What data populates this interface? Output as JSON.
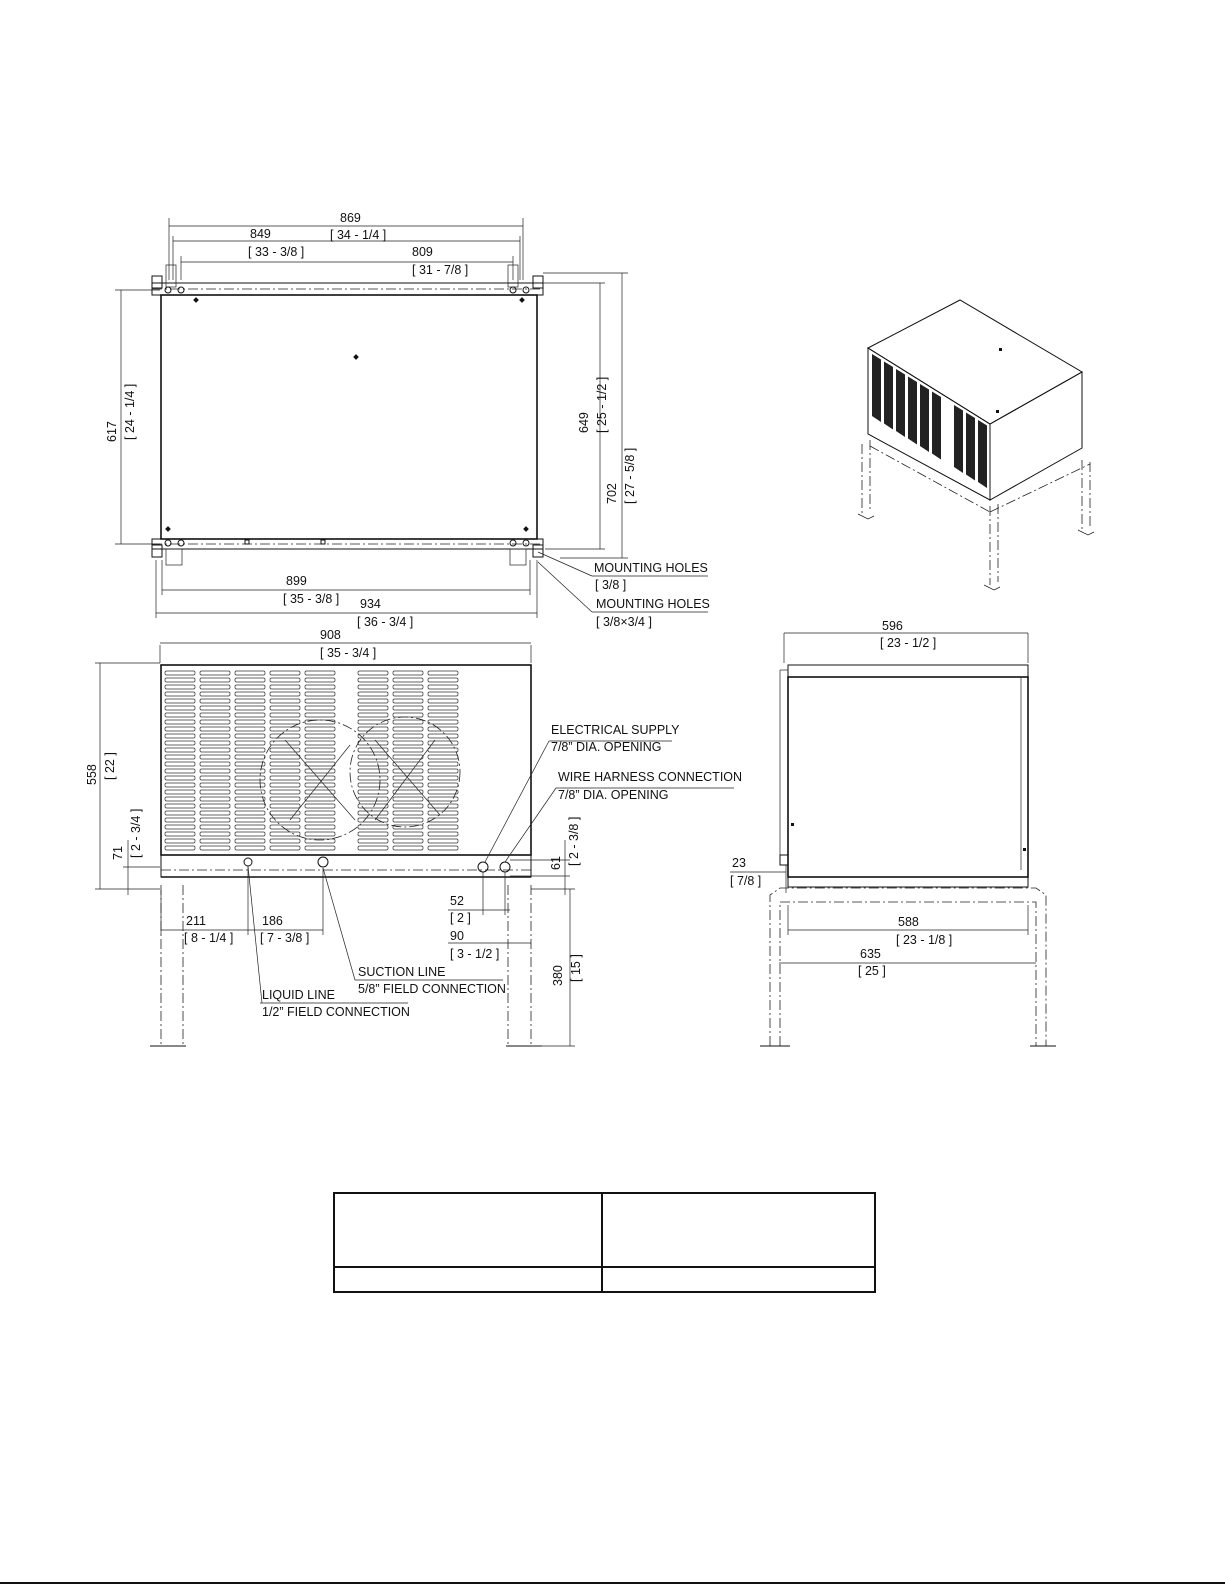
{
  "top_view": {
    "dim_overall_top": "869",
    "dim_overall_top_in": "[ 34 - 1/4 ]",
    "dim_mount_outer": "849",
    "dim_mount_outer_in": "[ 33 - 3/8 ]",
    "dim_mount_inner": "809",
    "dim_mount_inner_in": "[ 31 - 7/8 ]",
    "dim_depth_body": "617",
    "dim_depth_body_in": "[ 24 - 1/4 ]",
    "dim_depth_mount": "649",
    "dim_depth_mount_in": "[ 25 - 1/2 ]",
    "dim_depth_overall": "702",
    "dim_depth_overall_in": "[ 27 - 5/8 ]",
    "dim_width_mount": "899",
    "dim_width_mount_in": "[ 35 - 3/8 ]",
    "dim_width_overall": "934",
    "dim_width_overall_in": "[ 36 - 3/4 ]",
    "callout_mounting_holes_1": "MOUNTING HOLES",
    "callout_mounting_holes_1_size": "[ 3/8 ]",
    "callout_mounting_holes_2": "MOUNTING HOLES",
    "callout_mounting_holes_2_size": "[ 3/8×3/4 ]"
  },
  "front_view": {
    "dim_width": "908",
    "dim_width_in": "[ 35 - 3/4 ]",
    "dim_height": "558",
    "dim_height_in": "[ 22 ]",
    "dim_base_left": "71",
    "dim_base_left_in": "[ 2 - 3/4 ]",
    "dim_base_right": "61",
    "dim_base_right_in": "[ 2 - 3/8 ]",
    "dim_liquid": "211",
    "dim_liquid_in": "[ 8 - 1/4 ]",
    "dim_suction": "186",
    "dim_suction_in": "[ 7 - 3/8 ]",
    "dim_elec_1": "52",
    "dim_elec_1_in": "[ 2 ]",
    "dim_elec_2": "90",
    "dim_elec_2_in": "[ 3 - 1/2 ]",
    "dim_stand": "380",
    "dim_stand_in": "[ 15 ]",
    "callout_electrical": "ELECTRICAL SUPPLY",
    "callout_electrical_size": "7/8” DIA. OPENING",
    "callout_harness": "WIRE HARNESS CONNECTION",
    "callout_harness_size": "7/8” DIA. OPENING",
    "callout_suction": "SUCTION LINE",
    "callout_suction_size": "5/8” FIELD CONNECTION",
    "callout_liquid": "LIQUID LINE",
    "callout_liquid_size": "1/2” FIELD CONNECTION"
  },
  "side_view": {
    "dim_depth": "596",
    "dim_depth_in": "[ 23 - 1/2 ]",
    "dim_offset": "23",
    "dim_offset_in": "[ 7/8 ]",
    "dim_stand_inner": "588",
    "dim_stand_inner_in": "[ 23 - 1/8 ]",
    "dim_stand_outer": "635",
    "dim_stand_outer_in": "[ 25 ]"
  },
  "title_table": {
    "cells": [
      "",
      "",
      "",
      ""
    ]
  }
}
